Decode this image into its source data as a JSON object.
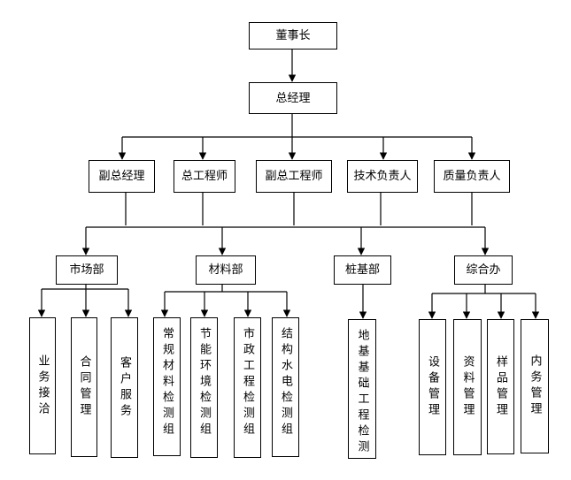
{
  "diagram": {
    "top": "董事长",
    "gm": "总经理",
    "executives": [
      "副总经理",
      "总工程师",
      "副总工程师",
      "技术负责人",
      "质量负责人"
    ],
    "departments": [
      {
        "name": "市场部",
        "units": [
          "业务接洽",
          "合同管理",
          "客户服务"
        ]
      },
      {
        "name": "材料部",
        "units": [
          "常规材料检测组",
          "节能环境检测组",
          "市政工程检测组",
          "结构水电检测组"
        ]
      },
      {
        "name": "桩基部",
        "units": [
          "地基基础工程检测"
        ]
      },
      {
        "name": "综合办",
        "units": [
          "设备管理",
          "资料管理",
          "样品管理",
          "内务管理"
        ]
      }
    ]
  }
}
